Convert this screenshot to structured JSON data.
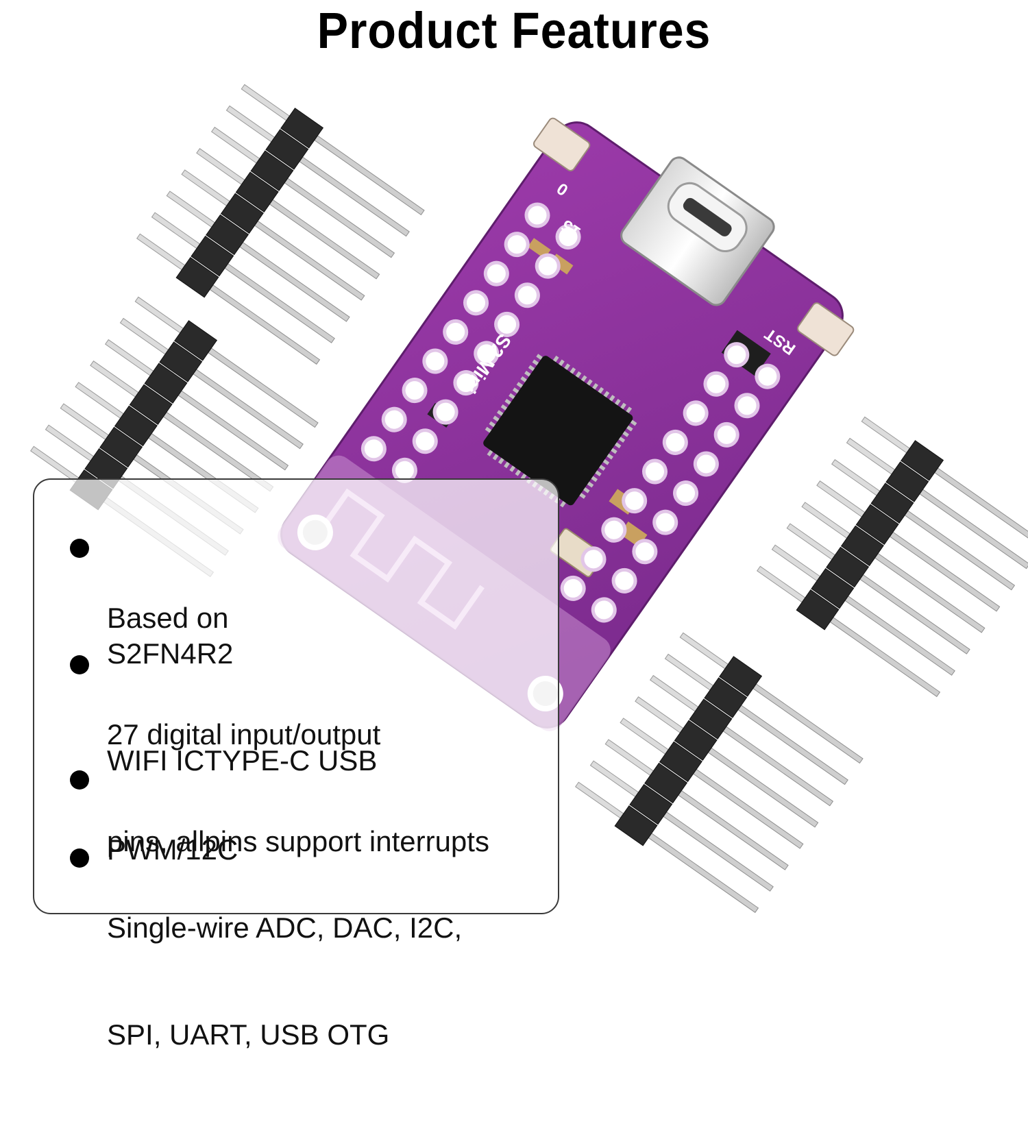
{
  "title": "Product Features",
  "board": {
    "silkscreen_model": "S2 Mini",
    "label_rst": "RST",
    "label_0": "0",
    "label_15": "15",
    "pcb_color": "#8a2e9a"
  },
  "features": [
    {
      "line1a": "Based on",
      "line1b": "S2FN4R2",
      "line2": "WIFI ICTYPE-C USB"
    },
    {
      "line1": "27 digital input/output",
      "line2": "pins, allpins support interrupts"
    },
    {
      "line1": "PWM/12C"
    },
    {
      "line1": "Single-wire ADC, DAC, I2C,",
      "line2": "SPI, UART, USB OTG"
    }
  ]
}
